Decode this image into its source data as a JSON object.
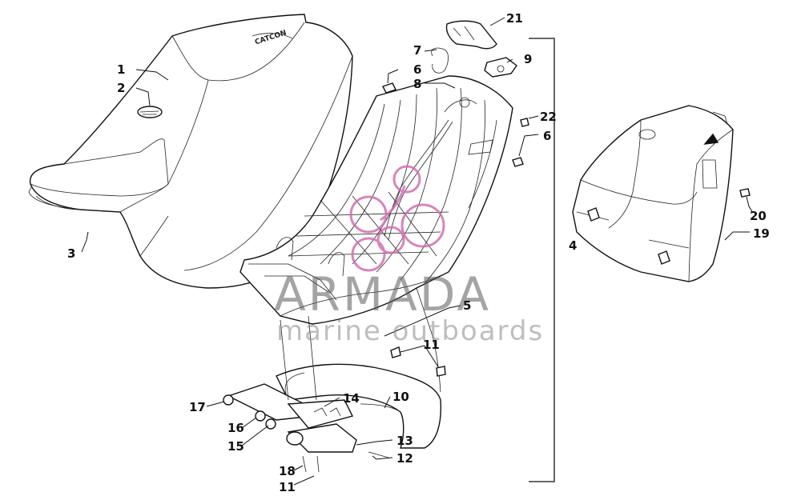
{
  "diagram": {
    "seat_emblem": "CATCON",
    "callouts": {
      "c1": "1",
      "c2": "2",
      "c3": "3",
      "c4": "4",
      "c5": "5",
      "c6a": "6",
      "c6b": "6",
      "c7": "7",
      "c8": "8",
      "c9": "9",
      "c10": "10",
      "c11a": "11",
      "c11b": "11",
      "c12": "12",
      "c13": "13",
      "c14": "14",
      "c15": "15",
      "c16": "16",
      "c17": "17",
      "c18": "18",
      "c19": "19",
      "c20": "20",
      "c21": "21",
      "c22": "22"
    }
  },
  "watermark": {
    "brand": "ARMADA",
    "tagline": "marine outboards",
    "logo_color": "#d070b0"
  }
}
